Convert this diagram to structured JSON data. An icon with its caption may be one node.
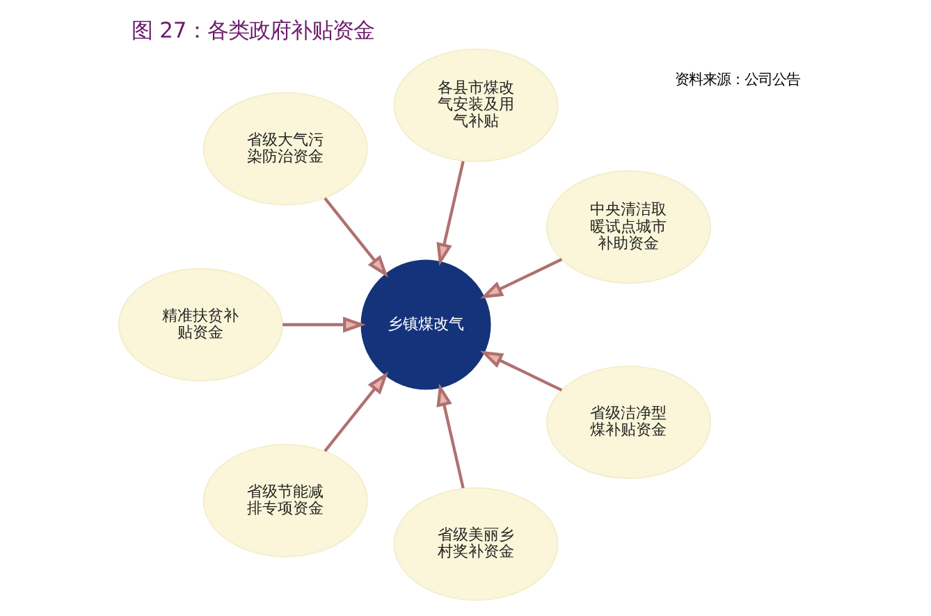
{
  "diagram": {
    "title": "图 27：各类政府补贴资金",
    "caption": "资料来源：公司公告",
    "nodes": [
      {
        "text": [
          "中央清洁取暖试点城市补助资金"
        ]
      },
      {
        "text": [
          "各县市煤改气安装及用气补贴"
        ]
      },
      {
        "text": [
          "省级大气污染防治资金"
        ]
      },
      {
        "text": [
          "乡镇煤改气"
        ]
      },
      {
        "text": [
          "精准扶贫补贴资金"
        ]
      },
      {
        "text": [
          "省级节能减排专项资金"
        ]
      },
      {
        "text": [
          "省级美丽乡村奖补资金"
        ]
      },
      {
        "text": [
          "省级洁净型煤补贴资金"
        ]
      }
    ],
    "edges": [
      {
        "from": 0,
        "to": 3,
        "arrow": "to"
      },
      {
        "from": 2,
        "to": 3,
        "arrow": "to"
      },
      {
        "from": 5,
        "to": 3,
        "arrow": "to"
      },
      {
        "from": 7,
        "to": 3,
        "arrow": "to"
      },
      {
        "from": 6,
        "to": 3,
        "arrow": "to"
      },
      {
        "from": 4,
        "to": 3,
        "arrow": "to"
      },
      {
        "from": 1,
        "to": 3,
        "arrow": "to"
      }
    ]
  }
}
